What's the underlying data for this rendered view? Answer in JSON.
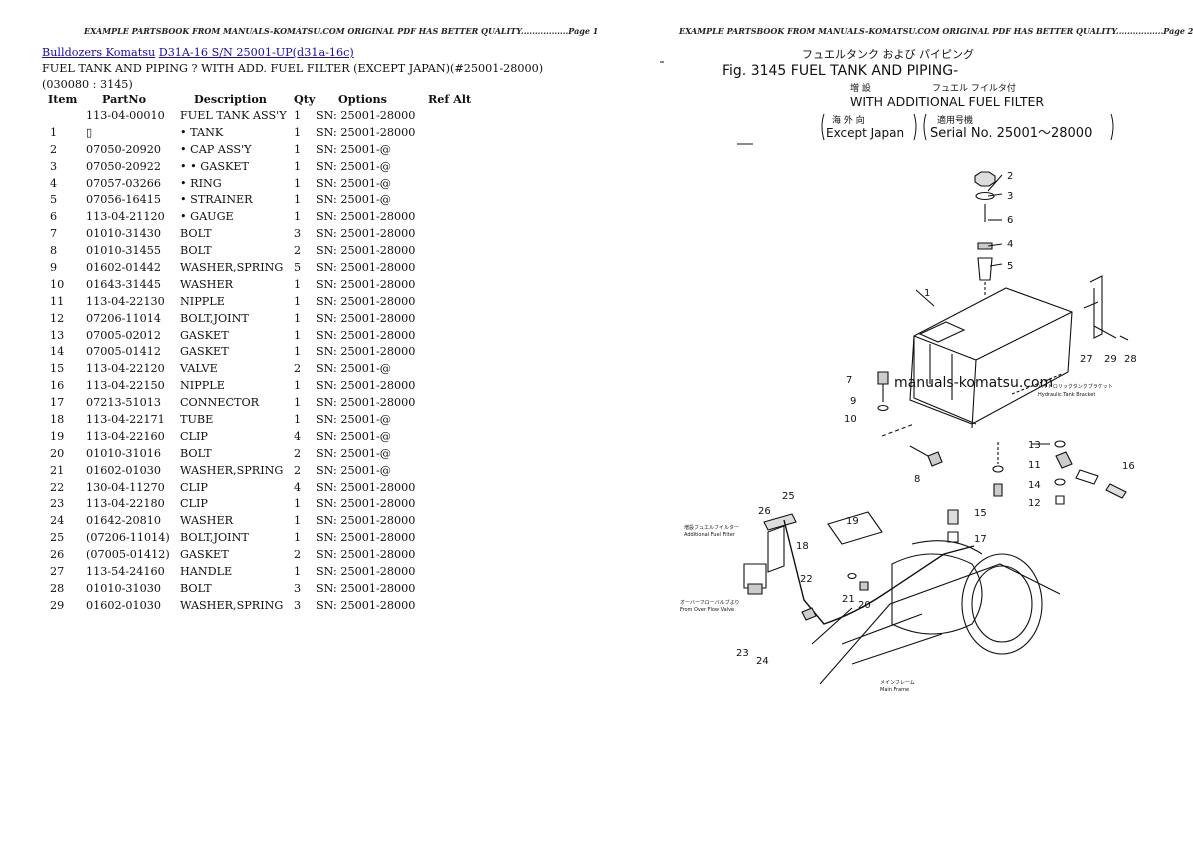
{
  "header_left": "EXAMPLE PARTSBOOK FROM MANUALS-KOMATSU.COM ORIGINAL PDF HAS BETTER QUALITY.................Page 1",
  "header_right": "EXAMPLE PARTSBOOK FROM MANUALS-KOMATSU.COM ORIGINAL PDF HAS BETTER QUALITY.................Page 2",
  "breadcrumb": {
    "link1": "Bulldozers Komatsu",
    "link2": "D31A-16 S/N 25001-UP(d31a-16c)"
  },
  "title": "FUEL TANK AND PIPING ? WITH ADD. FUEL FILTER (EXCEPT JAPAN)(#25001-28000)(030080 : 3145)",
  "table": {
    "headers": {
      "item": "Item",
      "partno": "PartNo",
      "description": "Description",
      "qty": "Qty",
      "options": "Options",
      "refalt": "Ref Alt"
    },
    "rows": [
      {
        "item": "",
        "partno": "113-04-00010",
        "description": "FUEL TANK ASS'Y",
        "qty": "1",
        "options": "SN: 25001-28000"
      },
      {
        "item": "1",
        "partno": "▯",
        "description": "• TANK",
        "qty": "1",
        "options": "SN: 25001-28000"
      },
      {
        "item": "2",
        "partno": "07050-20920",
        "description": "• CAP ASS'Y",
        "qty": "1",
        "options": "SN: 25001-@"
      },
      {
        "item": "3",
        "partno": "07050-20922",
        "description": "• • GASKET",
        "qty": "1",
        "options": "SN: 25001-@"
      },
      {
        "item": "4",
        "partno": "07057-03266",
        "description": "• RING",
        "qty": "1",
        "options": "SN: 25001-@"
      },
      {
        "item": "5",
        "partno": "07056-16415",
        "description": "• STRAINER",
        "qty": "1",
        "options": "SN: 25001-@"
      },
      {
        "item": "6",
        "partno": "113-04-21120",
        "description": "• GAUGE",
        "qty": "1",
        "options": "SN: 25001-28000"
      },
      {
        "item": "7",
        "partno": "01010-31430",
        "description": "BOLT",
        "qty": "3",
        "options": "SN: 25001-28000"
      },
      {
        "item": "8",
        "partno": "01010-31455",
        "description": "BOLT",
        "qty": "2",
        "options": "SN: 25001-28000"
      },
      {
        "item": "9",
        "partno": "01602-01442",
        "description": "WASHER,SPRING",
        "qty": "5",
        "options": "SN: 25001-28000"
      },
      {
        "item": "10",
        "partno": "01643-31445",
        "description": "WASHER",
        "qty": "1",
        "options": "SN: 25001-28000"
      },
      {
        "item": "11",
        "partno": "113-04-22130",
        "description": "NIPPLE",
        "qty": "1",
        "options": "SN: 25001-28000"
      },
      {
        "item": "12",
        "partno": "07206-11014",
        "description": "BOLT,JOINT",
        "qty": "1",
        "options": "SN: 25001-28000"
      },
      {
        "item": "13",
        "partno": "07005-02012",
        "description": "GASKET",
        "qty": "1",
        "options": "SN: 25001-28000"
      },
      {
        "item": "14",
        "partno": "07005-01412",
        "description": "GASKET",
        "qty": "1",
        "options": "SN: 25001-28000"
      },
      {
        "item": "15",
        "partno": "113-04-22120",
        "description": "VALVE",
        "qty": "2",
        "options": "SN: 25001-@"
      },
      {
        "item": "16",
        "partno": "113-04-22150",
        "description": "NIPPLE",
        "qty": "1",
        "options": "SN: 25001-28000"
      },
      {
        "item": "17",
        "partno": "07213-51013",
        "description": "CONNECTOR",
        "qty": "1",
        "options": "SN: 25001-28000"
      },
      {
        "item": "18",
        "partno": "113-04-22171",
        "description": "TUBE",
        "qty": "1",
        "options": "SN: 25001-@"
      },
      {
        "item": "19",
        "partno": "113-04-22160",
        "description": "CLIP",
        "qty": "4",
        "options": "SN: 25001-@"
      },
      {
        "item": "20",
        "partno": "01010-31016",
        "description": "BOLT",
        "qty": "2",
        "options": "SN: 25001-@"
      },
      {
        "item": "21",
        "partno": "01602-01030",
        "description": "WASHER,SPRING",
        "qty": "2",
        "options": "SN: 25001-@"
      },
      {
        "item": "22",
        "partno": "130-04-11270",
        "description": "CLIP",
        "qty": "4",
        "options": "SN: 25001-28000"
      },
      {
        "item": "23",
        "partno": "113-04-22180",
        "description": "CLIP",
        "qty": "1",
        "options": "SN: 25001-28000"
      },
      {
        "item": "24",
        "partno": "01642-20810",
        "description": "WASHER",
        "qty": "1",
        "options": "SN: 25001-28000"
      },
      {
        "item": "25",
        "partno": "(07206-11014)",
        "description": "BOLT,JOINT",
        "qty": "1",
        "options": "SN: 25001-28000"
      },
      {
        "item": "26",
        "partno": "(07005-01412)",
        "description": "GASKET",
        "qty": "2",
        "options": "SN: 25001-28000"
      },
      {
        "item": "27",
        "partno": "113-54-24160",
        "description": "HANDLE",
        "qty": "1",
        "options": "SN: 25001-28000"
      },
      {
        "item": "28",
        "partno": "01010-31030",
        "description": "BOLT",
        "qty": "3",
        "options": "SN: 25001-28000"
      },
      {
        "item": "29",
        "partno": "01602-01030",
        "description": "WASHER,SPRING",
        "qty": "3",
        "options": "SN: 25001-28000"
      }
    ]
  },
  "diagram": {
    "jp_title": "フュエルタンク および パイピング",
    "fig_title": "Fig. 3145  FUEL TANK AND PIPING-",
    "jp_sub1": "増  設",
    "jp_sub2": "フュエル フイルタ付",
    "sub_title": "WITH ADDITIONAL FUEL FILTER",
    "jp_except": "海 外 向",
    "jp_serial": "適用号機",
    "except": "Except Japan",
    "serial": "Serial No. 25001～28000",
    "watermark": "manuals-komatsu.com",
    "lbl_hydraulic_jp": "ハイドロリックタンクブラケット",
    "lbl_hydraulic": "Hydraulic Tank Bracket",
    "lbl_addfilter_jp": "増設フュエルフイルター",
    "lbl_addfilter": "Additional Fuel Filter",
    "lbl_overflow_jp": "オーバーフローバルブより",
    "lbl_overflow": "From Over Flow Valve",
    "lbl_frame_jp": "メインフレーム",
    "lbl_frame": "Main Frame",
    "callouts": [
      "1",
      "2",
      "3",
      "4",
      "5",
      "6",
      "7",
      "8",
      "9",
      "10",
      "11",
      "12",
      "13",
      "14",
      "15",
      "16",
      "17",
      "18",
      "19",
      "20",
      "21",
      "22",
      "23",
      "24",
      "25",
      "26",
      "27",
      "28",
      "29"
    ]
  }
}
